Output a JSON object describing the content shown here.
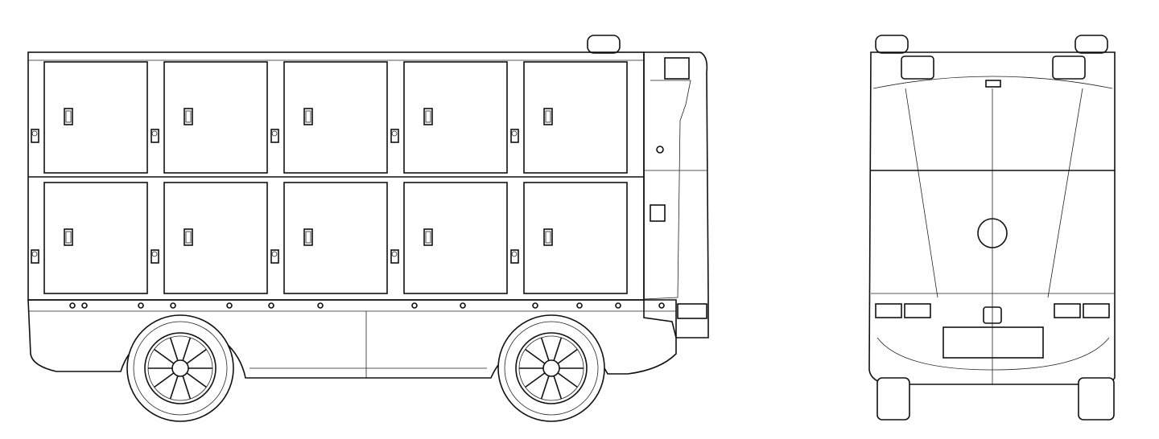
{
  "drawing": {
    "views": [
      "side-view",
      "rear-view"
    ],
    "locker_columns": 5,
    "locker_rows": 2,
    "wheel_spokes": 10,
    "colors": {
      "line": "#111111",
      "background": "#ffffff"
    }
  }
}
